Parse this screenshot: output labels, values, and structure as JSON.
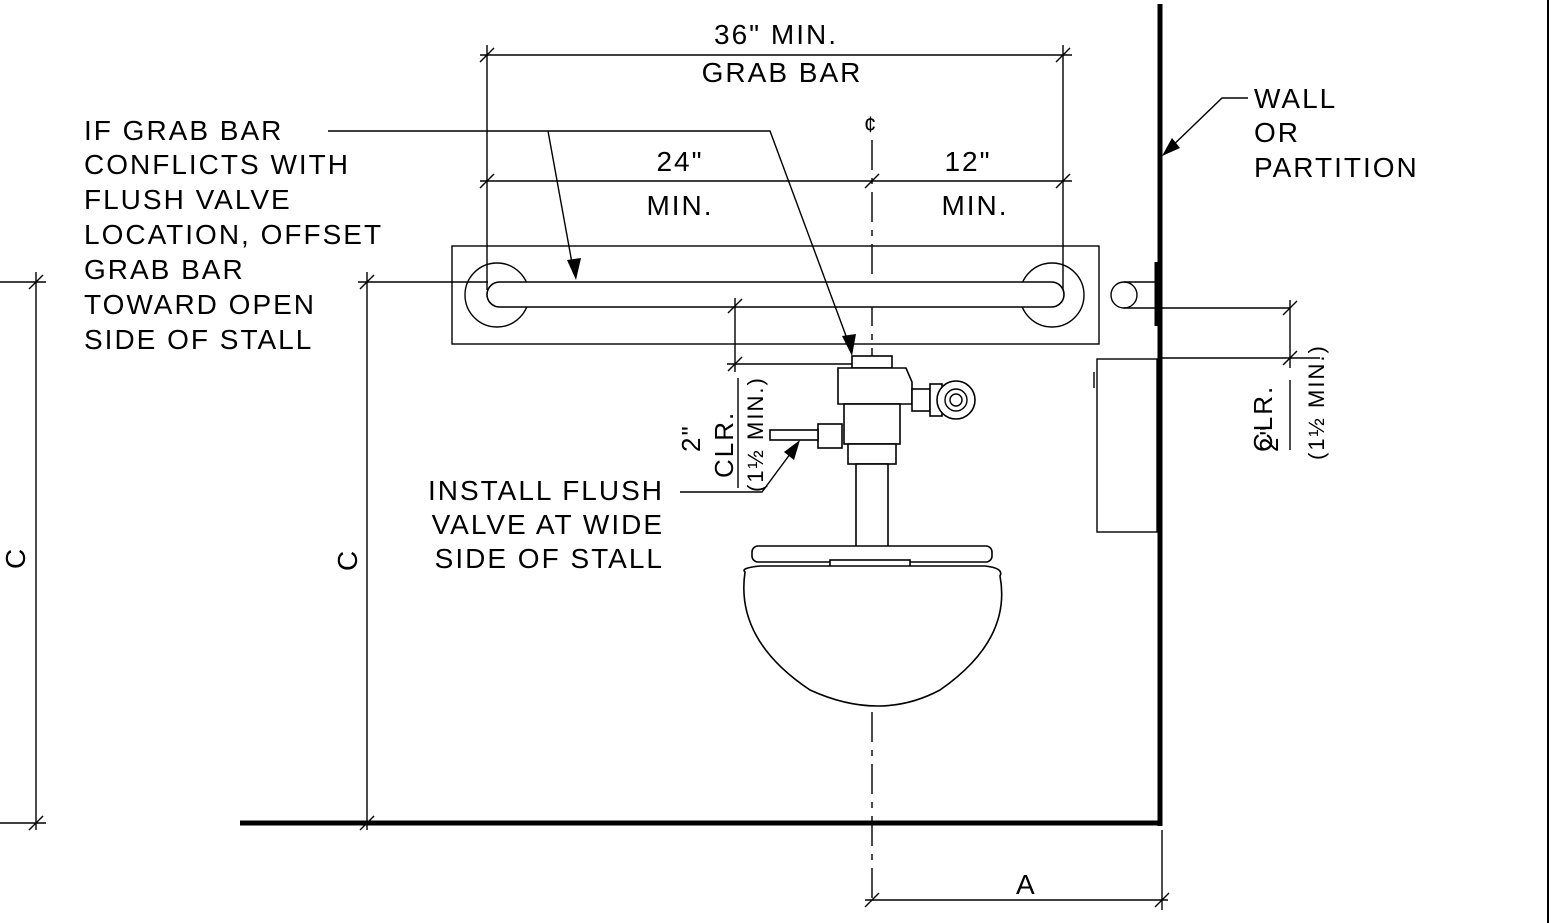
{
  "dimensions": {
    "grab_bar_length_value": "36\" MIN.",
    "grab_bar_length_label": "GRAB BAR",
    "left_segment_value": "24\"",
    "left_segment_label": "MIN.",
    "right_segment_value": "12\"",
    "right_segment_label": "MIN.",
    "clearance_value": "2\"",
    "clearance_label": "CLR.",
    "clearance_min": "(1½ MIN.)",
    "height_left": "C",
    "height_inner": "C",
    "offset_bottom": "A",
    "centerline_symbol": "¢"
  },
  "notes": {
    "grab_bar_conflict": [
      "IF GRAB BAR",
      "CONFLICTS WITH",
      "FLUSH VALVE",
      "LOCATION, OFFSET",
      "GRAB BAR",
      "TOWARD OPEN",
      "SIDE OF STALL"
    ],
    "flush_valve": [
      "INSTALL FLUSH",
      "VALVE AT WIDE",
      "SIDE OF STALL"
    ],
    "wall": [
      "WALL",
      "OR",
      "PARTITION"
    ]
  }
}
